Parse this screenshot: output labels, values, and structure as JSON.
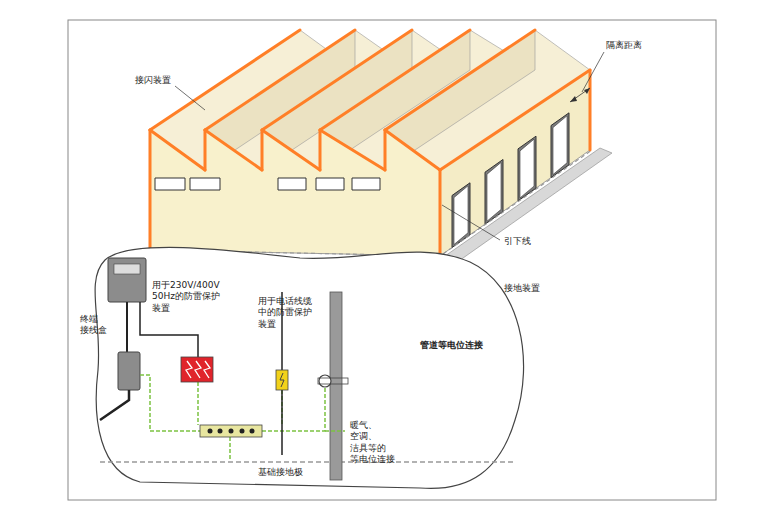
{
  "diagram": {
    "labels": [
      "接闪装置",
      "隔离距离",
      "引下线",
      "接地装置",
      "终端 接线盒",
      "用于230V/400V 50Hz的防雷保护 装置",
      "用于电话线缆 中的防雷保护 装置",
      "管道等电位连接",
      "暖气、空调、洁具等的 等电位连接",
      "基础接地极"
    ]
  }
}
